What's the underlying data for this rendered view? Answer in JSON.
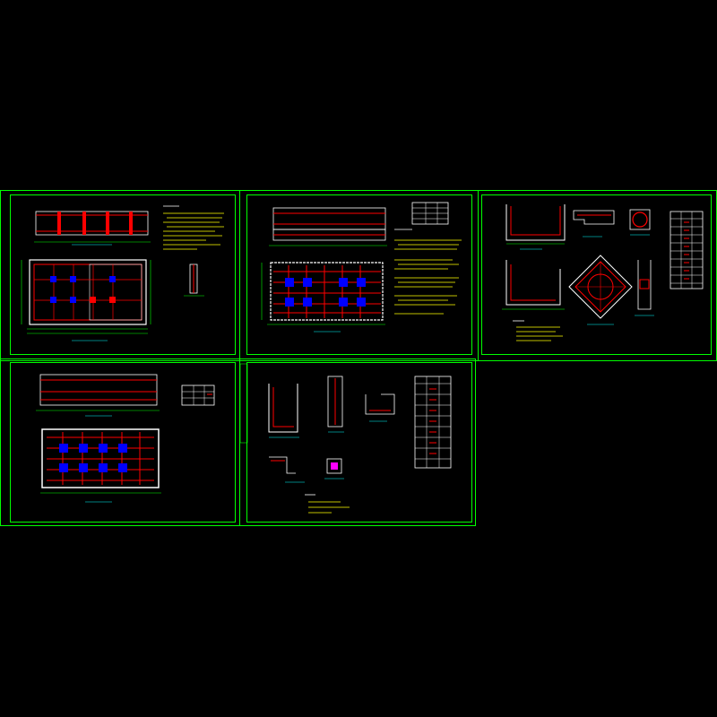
{
  "document": {
    "type": "CAD drawing set (model space overview)",
    "sheet_count": 5,
    "sheets": [
      {
        "id": "sheet-1",
        "content": [
          "section-elevation",
          "plan-view",
          "detail-column",
          "general-notes"
        ]
      },
      {
        "id": "sheet-2",
        "content": [
          "section-elevation",
          "reinforcement-plan",
          "rebar-schedule",
          "general-notes"
        ]
      },
      {
        "id": "sheet-3",
        "content": [
          "wall-section",
          "corner-detail",
          "circular-opening-detail",
          "diamond-slab-detail",
          "rebar-table",
          "notes"
        ]
      },
      {
        "id": "sheet-4",
        "content": [
          "section-elevation",
          "reinforcement-plan",
          "rebar-schedule"
        ]
      },
      {
        "id": "sheet-5",
        "content": [
          "wall-details",
          "opening-details",
          "rebar-table",
          "notes"
        ]
      }
    ]
  },
  "colors": {
    "background": "#000000",
    "frame": "#00ff00",
    "wall": "#ff0000",
    "concrete": "#ffffff",
    "dimension": "#00ff00",
    "annotation": "#ffff00",
    "column": "#0000ff",
    "hatch": "#ff00ff",
    "text_light": "#00ffff"
  }
}
